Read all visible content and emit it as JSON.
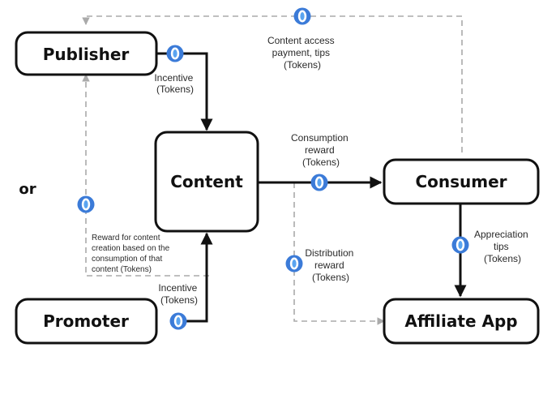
{
  "nodes": {
    "publisher": "Publisher",
    "content": "Content",
    "consumer": "Consumer",
    "promoter": "Promoter",
    "affiliate_app": "Affiliate App"
  },
  "side_label": "or",
  "edges": {
    "publisher_incentive": [
      "Incentive",
      "(Tokens)"
    ],
    "content_access": [
      "Content access",
      "payment, tips",
      "(Tokens)"
    ],
    "consumption_reward": [
      "Consumption",
      "reward",
      "(Tokens)"
    ],
    "distribution_reward": [
      "Distribution",
      "reward",
      "(Tokens)"
    ],
    "appreciation_tips": [
      "Appreciation",
      "tips",
      "(Tokens)"
    ],
    "promoter_incentive": [
      "Incentive",
      "(Tokens)"
    ],
    "creation_reward": [
      "Reward for content",
      "creation based on the",
      "consumption of that",
      "content (Tokens)"
    ]
  },
  "icons": {
    "token": "token-coin-icon"
  },
  "colors": {
    "solid_arrow": "#111111",
    "dashed_arrow": "#aaaaaa",
    "token": "#3b7bd8"
  }
}
